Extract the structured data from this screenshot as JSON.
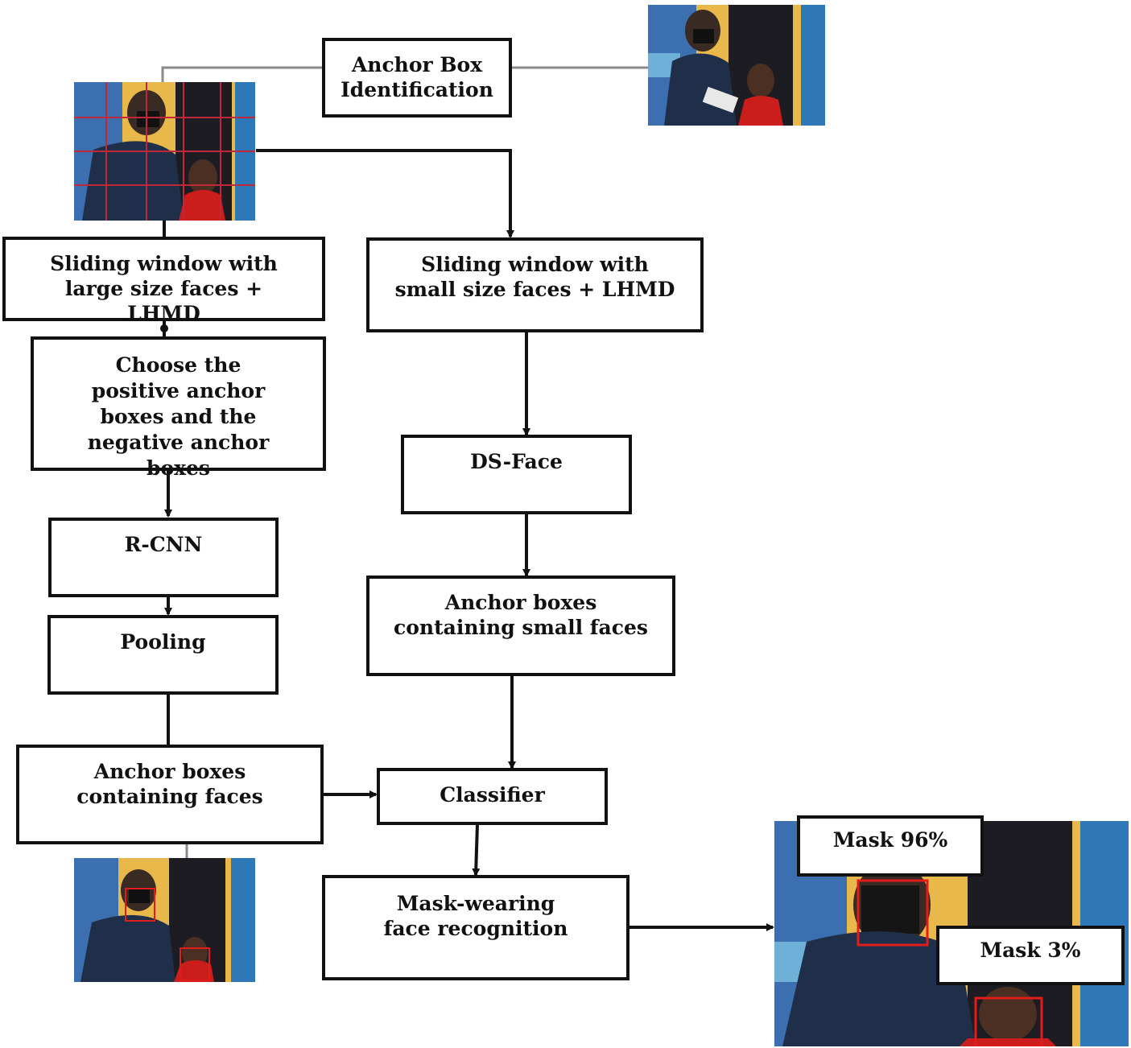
{
  "boxes": {
    "anchor_box_identification": "Anchor Box Identification",
    "sliding_large": "Sliding window with large size faces + LHMD",
    "sliding_small": "Sliding window with small size faces + LHMD",
    "choose_anchor": "Choose the positive anchor boxes and the negative anchor boxes",
    "rcnn": "R-CNN",
    "pooling": "Pooling",
    "ds_face": "DS-Face",
    "anchor_small_faces": "Anchor boxes containing small faces",
    "anchor_faces": "Anchor boxes containing faces",
    "classifier": "Classifier",
    "mask_recognition": "Mask-wearing face recognition"
  },
  "results": {
    "mask_high": "Mask 96%",
    "mask_low": "Mask 3%"
  },
  "colors": {
    "stroke": "#111111",
    "grid_line": "#c0283a",
    "detection_box": "#e21b1b"
  }
}
